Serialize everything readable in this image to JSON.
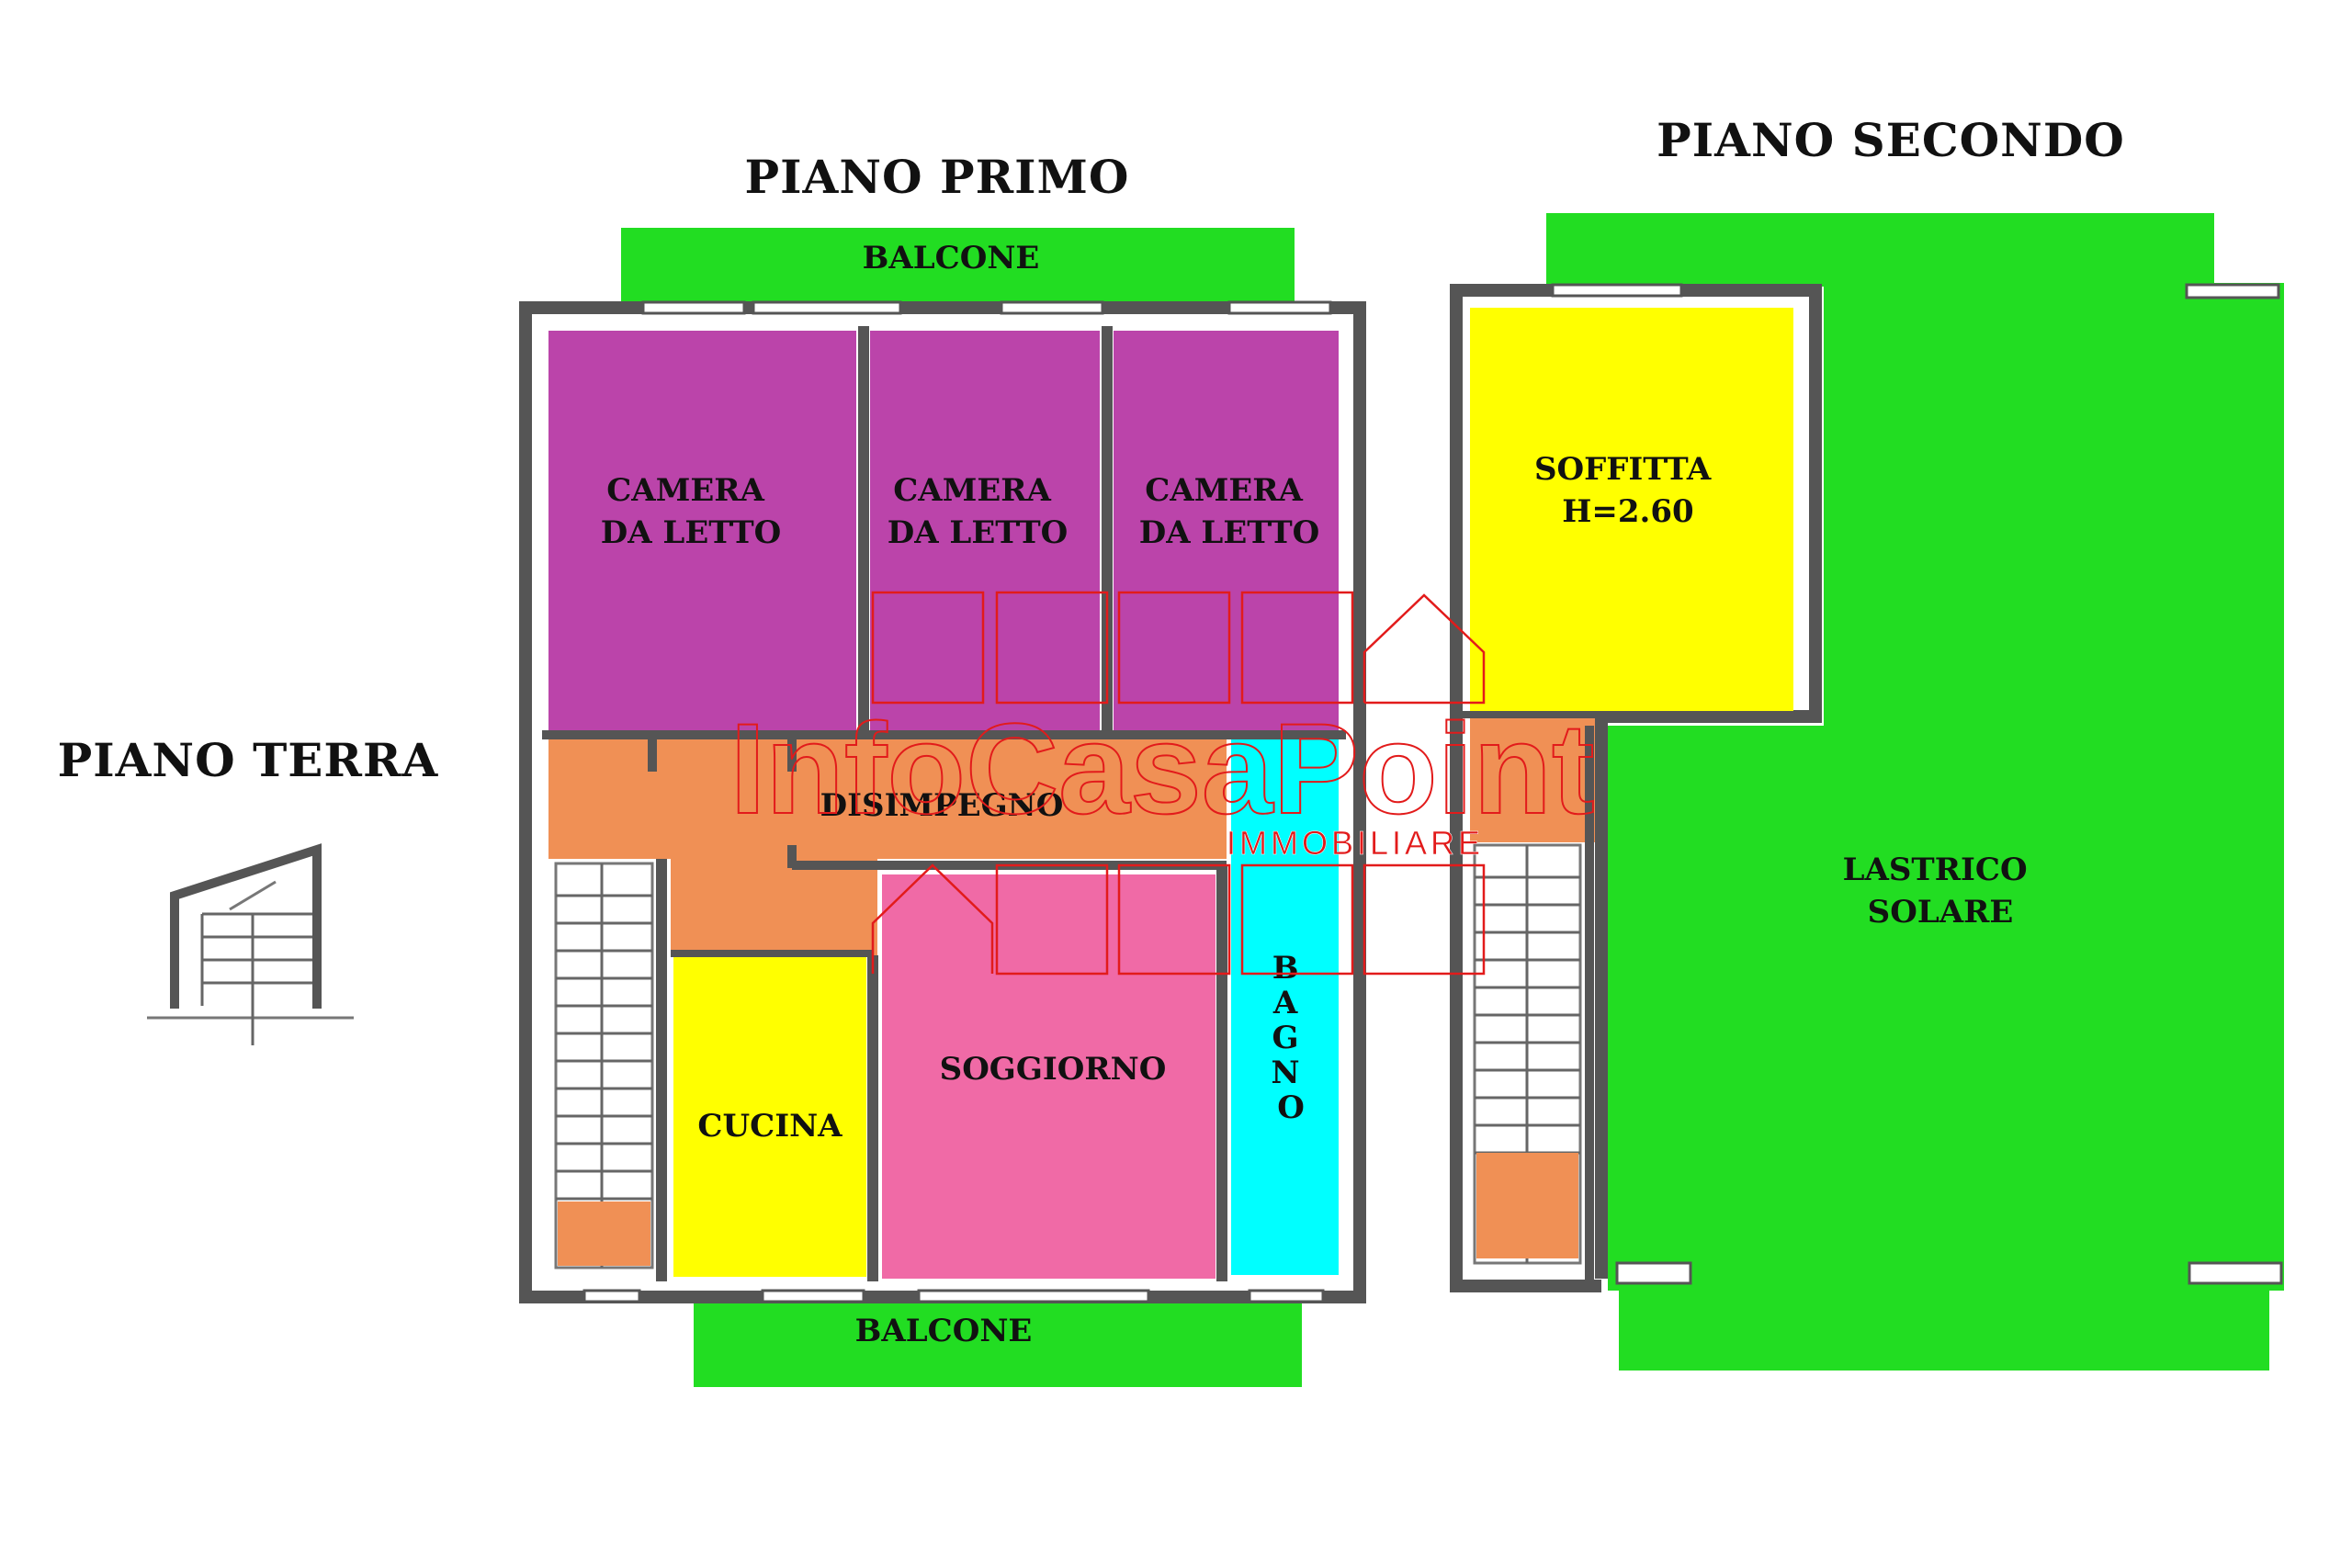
{
  "floors": {
    "ground": {
      "title": "PIANO TERRA"
    },
    "first": {
      "title": "PIANO PRIMO",
      "balcony_top": "BALCONE",
      "balcony_bottom": "BALCONE",
      "bedroom_1": [
        "CAMERA",
        "DA LETTO"
      ],
      "bedroom_2": [
        "CAMERA",
        "DA LETTO"
      ],
      "bedroom_3": [
        "CAMERA",
        "DA LETTO"
      ],
      "hallway": "DISIMPEGNO",
      "kitchen": "CUCINA",
      "living_room": "SOGGIORNO",
      "bathroom": [
        "B",
        "A",
        "G",
        "N",
        "O"
      ]
    },
    "second": {
      "title": "PIANO SECONDO",
      "attic": [
        "SOFFITTA",
        "H=2.60"
      ],
      "terrace": [
        "LASTRICO",
        "SOLARE"
      ]
    }
  },
  "watermark": {
    "brand": "InfoCasaPoint",
    "sub": "IMMOBILIARE"
  },
  "colors": {
    "balcony": "#22dd22",
    "bedroom": "#bb44aa",
    "hallway": "#f09055",
    "kitchen": "#ffff00",
    "living": "#f06aa6",
    "bathroom": "#00ffff",
    "attic": "#ffff00",
    "terrace": "#22dd22",
    "watermark": "#e21b1b"
  }
}
